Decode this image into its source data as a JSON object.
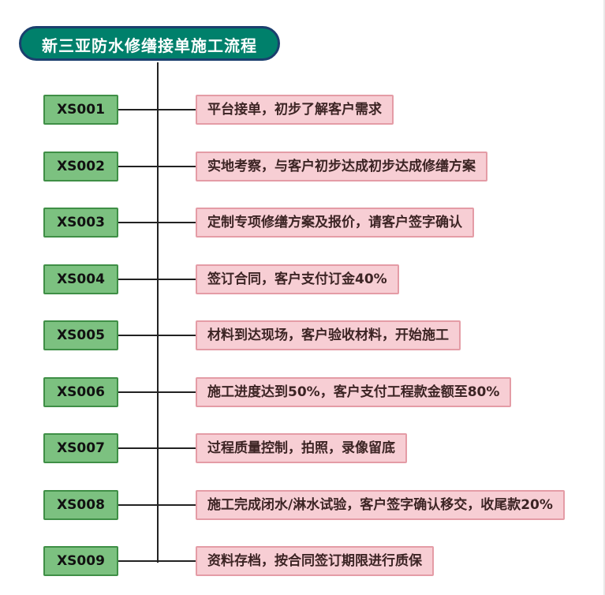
{
  "title": "新三亚防水修缮接单施工流程",
  "colors": {
    "title_bg": "#00806b",
    "title_border": "#1b3f6e",
    "title_text": "#ffffff",
    "step_bg": "#7cc180",
    "step_border": "#3f8f46",
    "desc_bg": "#f7ced4",
    "desc_border": "#e49ca6",
    "line": "#222222"
  },
  "steps": [
    {
      "code": "XS001",
      "desc": "平台接单，初步了解客户需求"
    },
    {
      "code": "XS002",
      "desc": "实地考察，与客户初步达成初步达成修缮方案"
    },
    {
      "code": "XS003",
      "desc": "定制专项修缮方案及报价，请客户签字确认"
    },
    {
      "code": "XS004",
      "desc": "签订合同，客户支付订金40%"
    },
    {
      "code": "XS005",
      "desc": "材料到达现场，客户验收材料，开始施工"
    },
    {
      "code": "XS006",
      "desc": "施工进度达到50%，客户支付工程款金额至80%"
    },
    {
      "code": "XS007",
      "desc": "过程质量控制，拍照，录像留底"
    },
    {
      "code": "XS008",
      "desc": "施工完成闭水/淋水试验，客户签字确认移交，收尾款20%"
    },
    {
      "code": "XS009",
      "desc": "资料存档，按合同签订期限进行质保"
    }
  ]
}
